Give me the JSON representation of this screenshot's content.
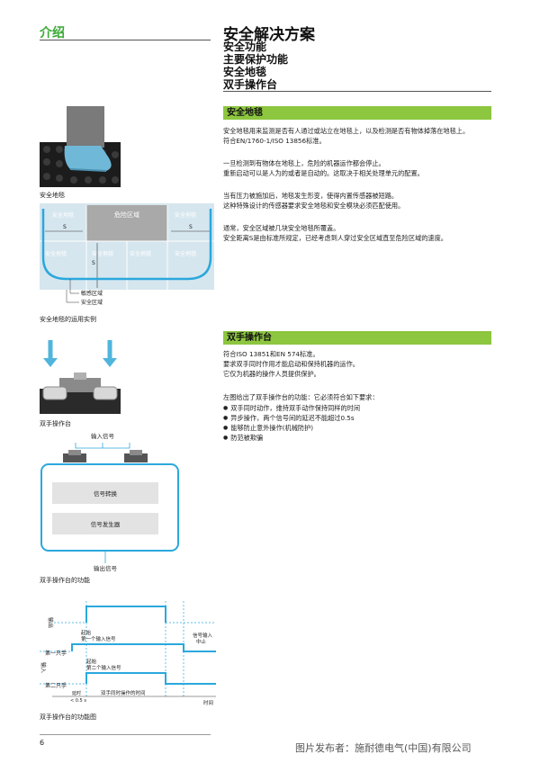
{
  "header": {
    "section_label": "介绍",
    "main_title": "安全解决方案",
    "sub_titles": [
      "安全功能",
      "主要保护功能",
      "安全地毯",
      "双手操作台"
    ]
  },
  "mat": {
    "bar_title": "安全地毯",
    "paragraphs": [
      [
        "安全地毯用来监测是否有人通过或站立在地毯上，以及检测是否有物体掉落在地毯上。",
        "符合EN/1760-1/ISO 13856标准。"
      ],
      [
        "一旦检测到有物体在地毯上，危险的机器运作都会停止。",
        "重新启动可以是人为的或者是自动的。这取决于相关处理单元的配置。"
      ],
      [
        "当有压力被施加后，地毯发生形变，使得内置传感器被短路。",
        "这种特殊设计的传感器要求安全地毯和安全模块必须匹配使用。"
      ],
      [
        "通常，安全区域被几块安全地毯所覆盖。",
        "安全距离S是由标准所规定，已经考虑到人穿过安全区域直至危险区域的速度。"
      ]
    ],
    "photo_caption": "安全地毯",
    "diagram_caption": "安全地毯的运用实例",
    "diagram": {
      "danger_zone": "危险区域",
      "mat_label": "安全地毯",
      "s_label": "S",
      "legend_sensitive": "敏感区域",
      "legend_safe": "安全区域"
    }
  },
  "two_hand": {
    "bar_title": "双手操作台",
    "intro": [
      "符合ISO 13851和EN 574标准。",
      "要求双手同时作用才能启动和保持机器的运作。",
      "它仅为机器的操作人员提供保护。"
    ],
    "list_intro": "左图给出了双手操作台的功能：它必须符合如下要求：",
    "requirements": [
      "双手同时动作，维持双手动作保持同样的时间",
      "异步操作，两个信号间的延迟不能超过0.5s",
      "能够防止意外操作(机械防护)",
      "防范被欺骗"
    ],
    "photo_caption": "双手操作台",
    "block": {
      "input": "输入信号",
      "converter": "信号转换",
      "generator": "信号发生器",
      "output": "输出信号",
      "caption": "双手操作台的功能"
    },
    "timing": {
      "output_label": "输出",
      "input_label": "输入",
      "first_hand": "第一只手",
      "second_hand": "第二只手",
      "start1_line1": "起始",
      "start1_line2": "第一个输入信号",
      "start2_line1": "起始",
      "start2_line2": "第二个输入信号",
      "stop_line1": "信号输入",
      "stop_line2": "中止",
      "delay_line1": "延时",
      "delay_line2": "< 0.5 s",
      "hold_time": "双手同时操作的时间",
      "time_axis": "时间",
      "caption": "双手操作台的功能图"
    }
  },
  "footer": {
    "page_number": "6",
    "credit": "图片发布者：施耐德电气(中国)有限公司"
  },
  "colors": {
    "accent_green": "#8dc63f",
    "brand_green": "#3aaa35",
    "diagram_blue": "#2aa8dd",
    "light_blue": "#d6e6ee",
    "danger_gray": "#a9a9a9"
  }
}
